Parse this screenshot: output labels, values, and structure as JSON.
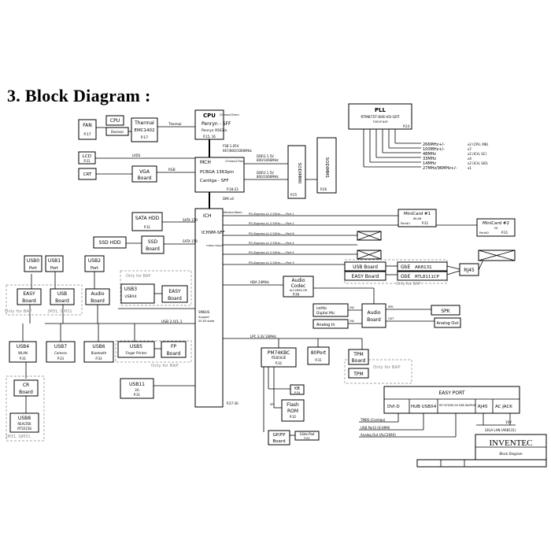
{
  "title": "3. Block Diagram :",
  "blocks": {
    "fan": {
      "name": "FAN",
      "page": "P.17"
    },
    "cpu_small": {
      "name": "CPU"
    },
    "dsensor": {
      "name": "Dsensor"
    },
    "thermal": {
      "name": "Thermal",
      "chip": "EMC1402",
      "page": "P.17",
      "bus": "Thermal"
    },
    "cpu": {
      "name": "CPU",
      "pkg": "22mmx22mm",
      "chip": "Penryn - SFF",
      "sub": "Penryn 9563in",
      "page": "P.15, 16",
      "fsb": "FSB 1.05V",
      "fsb_rate": "667/800/1066MHz"
    },
    "lcd": {
      "name": "LCD",
      "page": "P.31",
      "bus": "LVDS"
    },
    "crt": {
      "name": "CRT",
      "bus": "RGB"
    },
    "vga": {
      "name": "VGA",
      "sub": "Board"
    },
    "mch": {
      "name": "MCH",
      "pkg": "27mmx27mm",
      "chip": "PCBGA 1363pin",
      "sub": "Cantiga - SFF",
      "page": "P.18-23",
      "dmi": "DMI x4"
    },
    "ddr_a": {
      "label": "DDR3 1.5V",
      "rate": "800/1066MHz"
    },
    "ddr_b": {
      "label": "DDR3 1.5V",
      "rate": "800/1066MHz"
    },
    "sodimm0": {
      "name": "SODIMM0",
      "page": "P.25"
    },
    "sodimm1": {
      "name": "SODIMM1",
      "page": "P.26"
    },
    "pll": {
      "name": "PLL",
      "chip": "RTM875T-606-VD-GRT",
      "pkg": "TSSOP 64P",
      "page": "P.24"
    },
    "clocks": [
      {
        "freq": "266MHz+/-",
        "qty": "x2 (CPU, MB)"
      },
      {
        "freq": "100MHz+/-",
        "qty": "x7"
      },
      {
        "freq": "48MHz",
        "qty": "x2 (ICH, SC)"
      },
      {
        "freq": "33MHz",
        "qty": "x4"
      },
      {
        "freq": "14MHz",
        "qty": "x2 (ICH, SIO)"
      },
      {
        "freq": "27MHz/96MHz+/-",
        "qty": "x1"
      }
    ],
    "ich": {
      "name": "ICH",
      "pkg": "16mmx16mm",
      "chip": "ICH9M-SFF",
      "sub": "FCBGA 569pin",
      "page": "P.27-30",
      "smbus": "SMBUS",
      "support": "Support",
      "state": "S0-S5 state"
    },
    "sata_hdd": {
      "name": "SATA HDD",
      "page": "P.31",
      "bus": "SATA 150"
    },
    "ssd_hdd": {
      "name": "SSD HDD"
    },
    "ssd": {
      "name": "SSD",
      "sub": "Board",
      "bus": "SATA 150"
    },
    "pcie_ports": [
      "PCI-Express x1 2.5GHz------Port 1",
      "PCI-Express x1 2.5GHz------Port 2",
      "PCI-Express x1 2.5GHz------Port 6",
      "PCI-Express x1 2.5GHz------Port 4",
      "PCI-Express x1 2.5GHz------Port 5",
      "PCI-Express x1 2.5GHz------Port 3"
    ],
    "minicard1": {
      "name": "MiniCard #1",
      "sub": "WLAN",
      "port": "Port#1",
      "page": "P.31"
    },
    "minicard2": {
      "name": "MiniCard #2",
      "sub": "3G",
      "port": "Port#2",
      "page": "P.31"
    },
    "usb_board": {
      "name": "USB Board"
    },
    "easy_board_r": {
      "name": "EASY Board"
    },
    "gbe1": {
      "name": "GbE",
      "chip": "AR8131"
    },
    "gbe2": {
      "name": "GbE",
      "chip": "RTL8111CP"
    },
    "rj45": {
      "name": "RJ45"
    },
    "only_bap_r": "Only for BAP",
    "hda": {
      "bus": "HDA 24MHz"
    },
    "codec": {
      "name": "Audio",
      "sub": "Codec",
      "chip": "ALC269X-GR",
      "page": "P.36"
    },
    "intmic": {
      "name": "IntMic",
      "sub": "Digital Mic"
    },
    "analog_in": {
      "name": "Analog In"
    },
    "audio_board_r": {
      "name": "Audio",
      "sub": "Board"
    },
    "spk": {
      "name": "SPK"
    },
    "analog_out": {
      "name": "Analog Out"
    },
    "audio_bus": [
      "2W",
      "2W",
      "SPK",
      "OUT"
    ],
    "usb0": {
      "name": "USB0",
      "sub": "Port"
    },
    "usb1": {
      "name": "USB1",
      "sub": "Port"
    },
    "usb2": {
      "name": "USB2",
      "sub": "Port"
    },
    "easy_board_l": {
      "name": "EASY",
      "sub": "Board"
    },
    "usb_l": {
      "name": "USB",
      "sub": "Board"
    },
    "audio_l": {
      "name": "Audio",
      "sub": "Board"
    },
    "only_bap_l": "Only for BAP",
    "jm31": "JM31, SJM31",
    "usb3": {
      "name": "USB3",
      "sub": "USBX4"
    },
    "easy_board_m": {
      "name": "EASY",
      "sub": "Board"
    },
    "only_bap_m": "Only for BAP",
    "usb_bus": "USB 2.0/1.1",
    "usb4": {
      "name": "USB4",
      "sub": "WLAN",
      "page": "P.31"
    },
    "usb7": {
      "name": "USB7",
      "sub": "Camera",
      "page": "P.33"
    },
    "usb6": {
      "name": "USB6",
      "sub": "Bluetooth",
      "page": "P.33"
    },
    "usb5": {
      "name": "USB5",
      "sub": "Finger Printer"
    },
    "fp_board": {
      "name": "FP",
      "sub": "Board"
    },
    "only_bap_fp": "Only for BAP",
    "usb11": {
      "name": "USB11",
      "sub": "3G",
      "page": "P.31"
    },
    "cr": {
      "name": "CR",
      "sub": "Board"
    },
    "usb8": {
      "name": "USB8",
      "sub": "REALTEK",
      "chip": "RTS5158"
    },
    "jm31_b": "JM31, SJM31",
    "lpc": {
      "bus": "LPC 3.3V 33MHz"
    },
    "kbc": {
      "name": "PM74KBC",
      "chip": "ITE8502E",
      "page": "P.32"
    },
    "port80": {
      "name": "80Port",
      "page": "P.31"
    },
    "tpm_board": {
      "name": "TPM",
      "sub": "Board"
    },
    "tpm": {
      "name": "TPM"
    },
    "only_bap_tpm": "Only for BAP",
    "kb": {
      "name": "KB",
      "page": "P.34"
    },
    "flash": {
      "name": "Flash",
      "sub": "ROM",
      "page": "P.32"
    },
    "gpfp": {
      "name": "GP/FP",
      "sub": "Board"
    },
    "glide": {
      "name": "Glide Pad",
      "page": "P.32"
    },
    "spi": "SPI",
    "easy_port": {
      "name": "EASY PORT",
      "items": [
        "DVI-D",
        "HUB USBX4",
        "HP-OUT/MIC-IN LINE-IN/SPDIF",
        "RJ45",
        "AC JACK"
      ],
      "tmds": "TMDS (Cantiga)",
      "usb_port3": "USB Port3 (ICH9M)",
      "analog_out": "Analog Out (ALC269X)",
      "giga": "GIGA LAN (AR8131)",
      "v19": "19V"
    },
    "company": "INVENTEC",
    "tb_title": "Block Diagram"
  }
}
